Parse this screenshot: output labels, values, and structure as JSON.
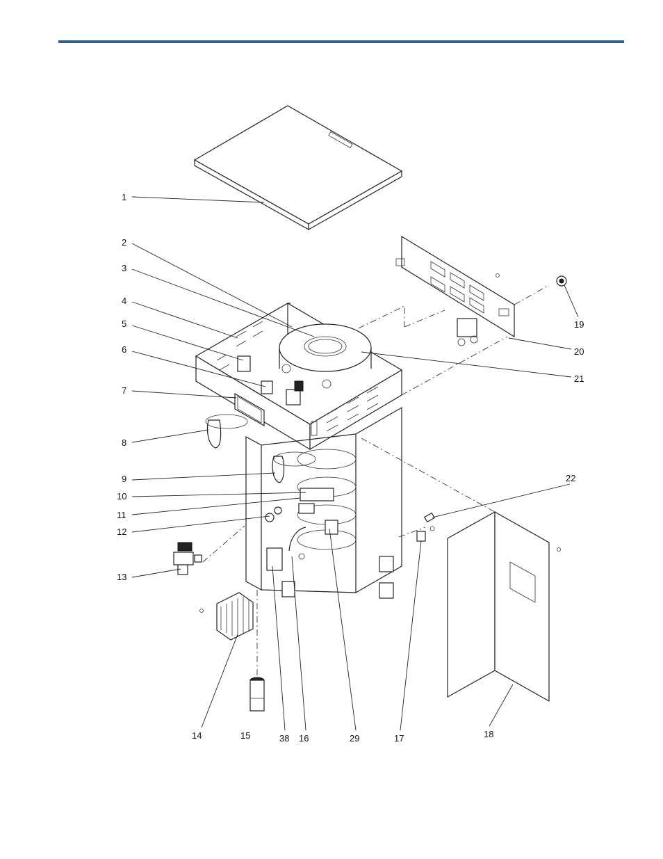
{
  "callouts": {
    "c1": "1",
    "c2": "2",
    "c3": "3",
    "c4": "4",
    "c5": "5",
    "c6": "6",
    "c7": "7",
    "c8": "8",
    "c9": "9",
    "c10": "10",
    "c11": "11",
    "c12": "12",
    "c13": "13",
    "c14": "14",
    "c15": "15",
    "c16": "16",
    "c17": "17",
    "c18": "18",
    "c19": "19",
    "c20": "20",
    "c21": "21",
    "c22": "22",
    "c29": "29",
    "c38": "38"
  },
  "colors": {
    "header_rule": "#2e5e8c",
    "line": "#222222"
  }
}
